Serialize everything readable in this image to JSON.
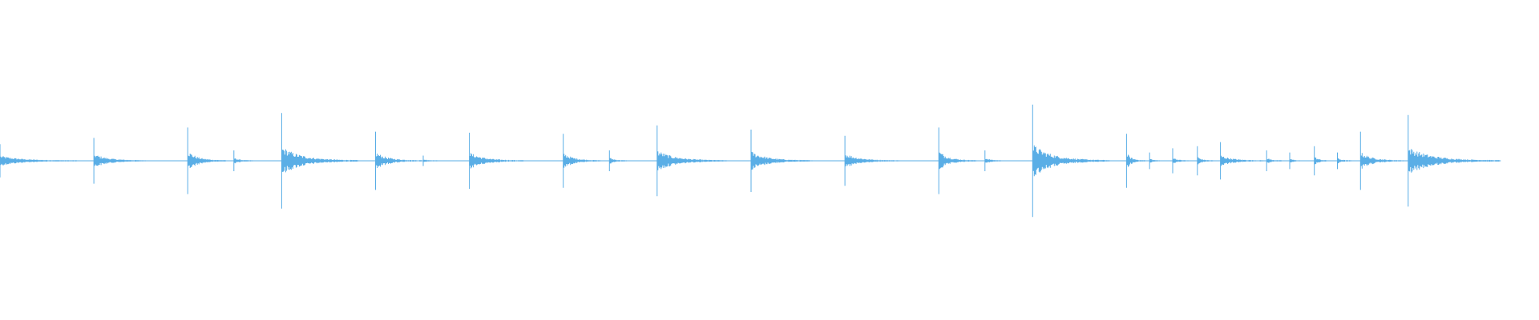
{
  "waveform": {
    "color": "#5aaee6",
    "background": "#ffffff",
    "duration_fraction_filled": 0.975,
    "transients": [
      {
        "t": 0.0,
        "peak": 0.16,
        "decay": 0.05
      },
      {
        "t": 0.061,
        "peak": 0.22,
        "decay": 0.035
      },
      {
        "t": 0.122,
        "peak": 0.32,
        "decay": 0.025
      },
      {
        "t": 0.152,
        "peak": 0.1,
        "decay": 0.012
      },
      {
        "t": 0.183,
        "peak": 0.46,
        "decay": 0.05
      },
      {
        "t": 0.244,
        "peak": 0.28,
        "decay": 0.03
      },
      {
        "t": 0.275,
        "peak": 0.05,
        "decay": 0.01
      },
      {
        "t": 0.305,
        "peak": 0.27,
        "decay": 0.035
      },
      {
        "t": 0.366,
        "peak": 0.26,
        "decay": 0.025
      },
      {
        "t": 0.396,
        "peak": 0.1,
        "decay": 0.012
      },
      {
        "t": 0.427,
        "peak": 0.34,
        "decay": 0.045
      },
      {
        "t": 0.488,
        "peak": 0.3,
        "decay": 0.04
      },
      {
        "t": 0.549,
        "peak": 0.24,
        "decay": 0.035
      },
      {
        "t": 0.61,
        "peak": 0.32,
        "decay": 0.025
      },
      {
        "t": 0.64,
        "peak": 0.1,
        "decay": 0.012
      },
      {
        "t": 0.671,
        "peak": 0.54,
        "decay": 0.05
      },
      {
        "t": 0.732,
        "peak": 0.26,
        "decay": 0.012
      },
      {
        "t": 0.747,
        "peak": 0.08,
        "decay": 0.007
      },
      {
        "t": 0.762,
        "peak": 0.12,
        "decay": 0.01
      },
      {
        "t": 0.778,
        "peak": 0.14,
        "decay": 0.01
      },
      {
        "t": 0.793,
        "peak": 0.18,
        "decay": 0.028
      },
      {
        "t": 0.823,
        "peak": 0.1,
        "decay": 0.01
      },
      {
        "t": 0.838,
        "peak": 0.08,
        "decay": 0.007
      },
      {
        "t": 0.854,
        "peak": 0.14,
        "decay": 0.01
      },
      {
        "t": 0.869,
        "peak": 0.08,
        "decay": 0.01
      },
      {
        "t": 0.884,
        "peak": 0.28,
        "decay": 0.028
      },
      {
        "t": 0.915,
        "peak": 0.44,
        "decay": 0.06
      }
    ]
  }
}
